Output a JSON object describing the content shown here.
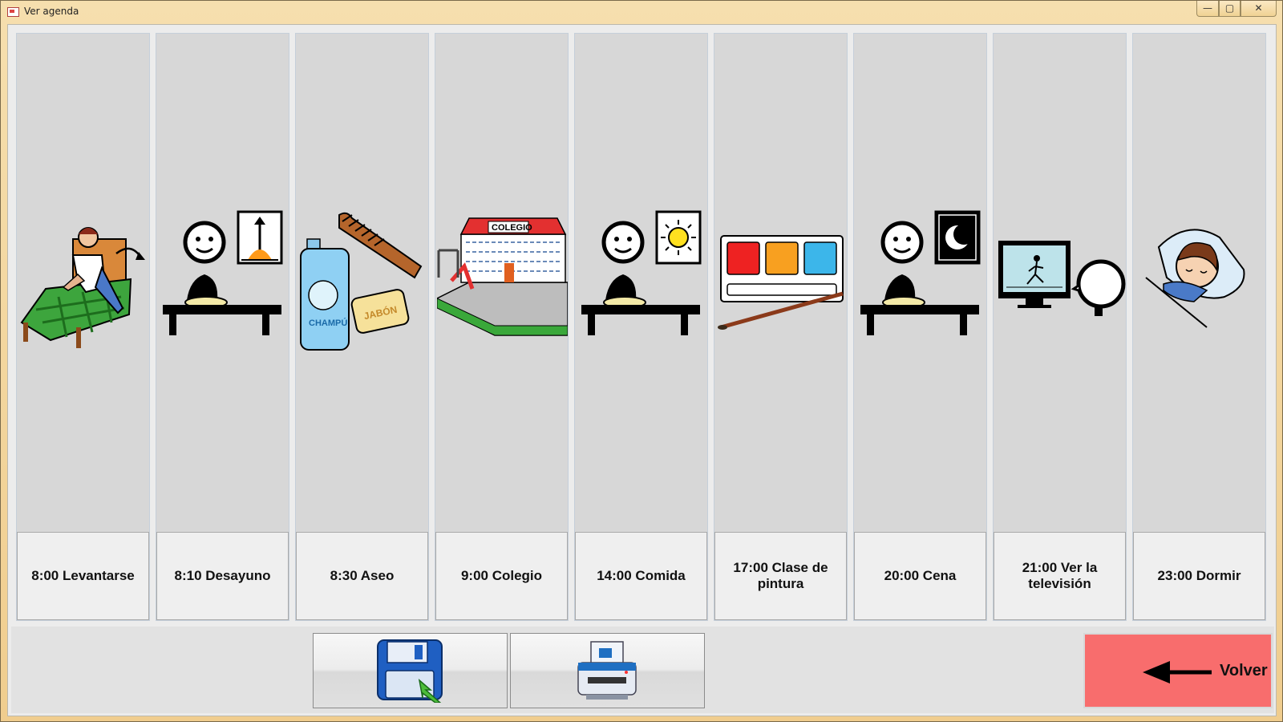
{
  "window": {
    "title": "Ver agenda",
    "controls": {
      "minimize": "—",
      "maximize": "▢",
      "close": "✕"
    }
  },
  "schedule": [
    {
      "label": "8:00 Levantarse",
      "icon": "get-up-icon"
    },
    {
      "label": "8:10 Desayuno",
      "icon": "breakfast-icon"
    },
    {
      "label": "8:30 Aseo",
      "icon": "hygiene-icon",
      "texts": [
        "CHAMPÚ",
        "JABÓN"
      ]
    },
    {
      "label": "9:00 Colegio",
      "icon": "school-icon",
      "texts": [
        "COLEGIO"
      ]
    },
    {
      "label": "14:00 Comida",
      "icon": "lunch-icon"
    },
    {
      "label": "17:00 Clase de pintura",
      "icon": "painting-class-icon"
    },
    {
      "label": "20:00 Cena",
      "icon": "dinner-icon"
    },
    {
      "label": "21:00 Ver la televisión",
      "icon": "watch-tv-icon"
    },
    {
      "label": "23:00 Dormir",
      "icon": "sleep-icon"
    }
  ],
  "toolbar": {
    "save_icon": "save-floppy-icon",
    "print_icon": "printer-icon",
    "back_label": "Volver",
    "back_icon": "arrow-left-icon",
    "back_color": "#f86d6d"
  }
}
